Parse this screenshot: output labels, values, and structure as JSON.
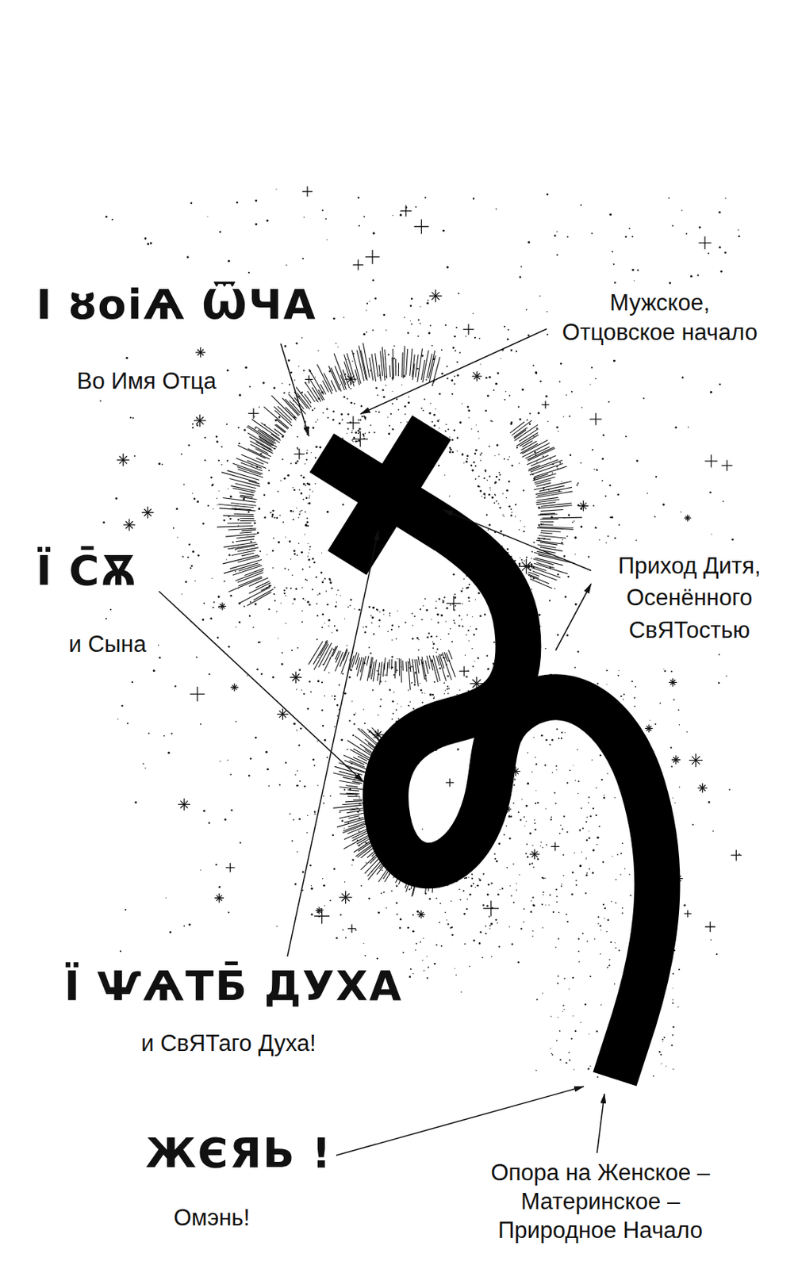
{
  "diagram": {
    "labels": [
      "І ȣоіѦ ѾЧА",
      "Во Имя Отца",
      "Мужское, Отцовское начало",
      "Ї С̄Ѫ",
      "и Сына",
      "Приход Дитя, Осенённого СвЯТостью",
      "Ї ѰѦТБ̄ ДУХА",
      "и СвЯТаго Духа!",
      "ЖЄЯЬ !",
      "Омэнь!",
      "Опора на Женское – Материнское – Природное Начало"
    ]
  }
}
